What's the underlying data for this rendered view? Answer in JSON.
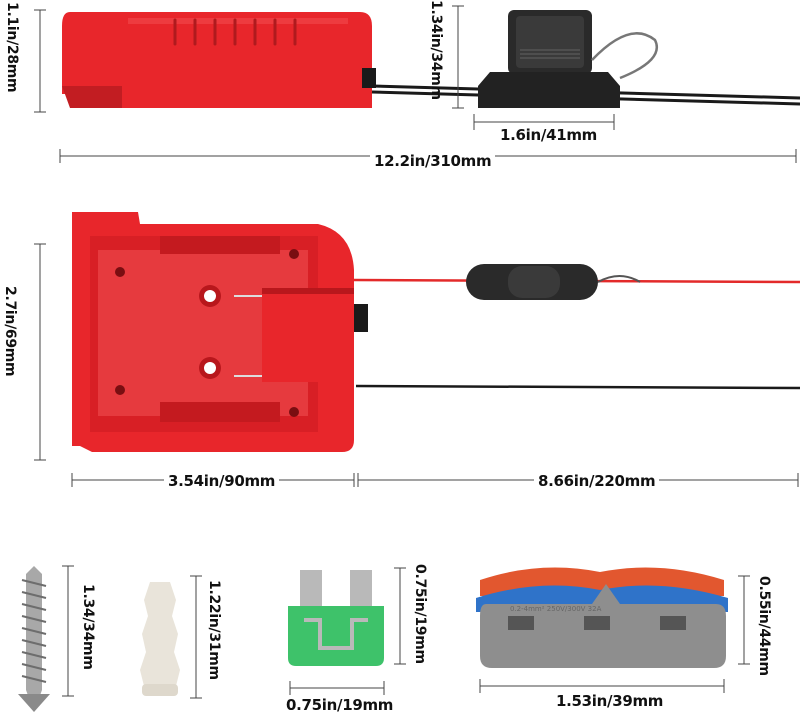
{
  "dimensions": {
    "housing_height": "1.1in/28mm",
    "fuse_holder_height": "1.34in/34mm",
    "fuse_holder_width": "1.6in/41mm",
    "overall_length": "12.2in/310mm",
    "adapter_height": "2.7in/69mm",
    "adapter_width": "3.54in/90mm",
    "cable_length": "8.66in/220mm",
    "screw_length": "1.34/34mm",
    "anchor_length": "1.22in/31mm",
    "fuse_height": "0.75in/19mm",
    "fuse_width": "0.75in/19mm",
    "connector_height": "0.55in/44mm",
    "connector_width": "1.53in/39mm"
  },
  "colors": {
    "housing_red": "#e8262b",
    "housing_dark_red": "#b81a1e",
    "wire_red": "#e32a2a",
    "wire_black": "#1a1a1a",
    "fuse_green": "#3ec26a",
    "connector_gray": "#8e8e8e",
    "lever_orange": "#e2572f",
    "lever_blue": "#2f73c9"
  },
  "connector_print": "0.2-4mm² 250V/300V 32A"
}
